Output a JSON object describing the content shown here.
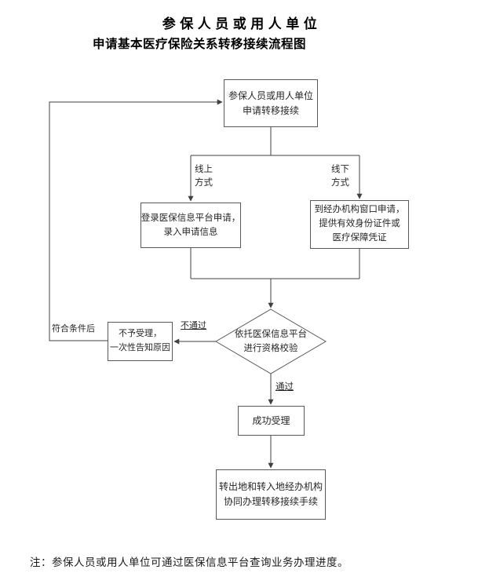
{
  "page": {
    "title_line1": "参保人员或用人单位",
    "title_line2": "申请基本医疗保险关系转移接续流程图",
    "footnote": "注：参保人员或用人单位可通过医保信息平台查询业务办理进度。"
  },
  "flowchart": {
    "nodes": {
      "apply": {
        "line1": "参保人员或用人单位",
        "line2": "申请转移接续"
      },
      "online": {
        "line1": "登录医保信息平台申请，",
        "line2": "录入申请信息"
      },
      "offline": {
        "line1": "到经办机构窗口申请，",
        "line2": "提供有效身份证件或",
        "line3": "医疗保障凭证"
      },
      "verify": {
        "line1": "依托医保信息平台",
        "line2": "进行资格校验"
      },
      "reject": {
        "line1": "不予受理，",
        "line2": "一次性告知原因"
      },
      "success": {
        "label": "成功受理"
      },
      "final": {
        "line1": "转出地和转入地经办机构",
        "line2": "协同办理转移接续手续"
      }
    },
    "edge_labels": {
      "online_method_line1": "线上",
      "online_method_line2": "方式",
      "offline_method_line1": "线下",
      "offline_method_line2": "方式",
      "fail": "不通过",
      "pass": "通过",
      "qualified": "符合条件后"
    }
  },
  "colors": {
    "connector": "#404040",
    "box_border": "#595959",
    "text": "#262626"
  }
}
